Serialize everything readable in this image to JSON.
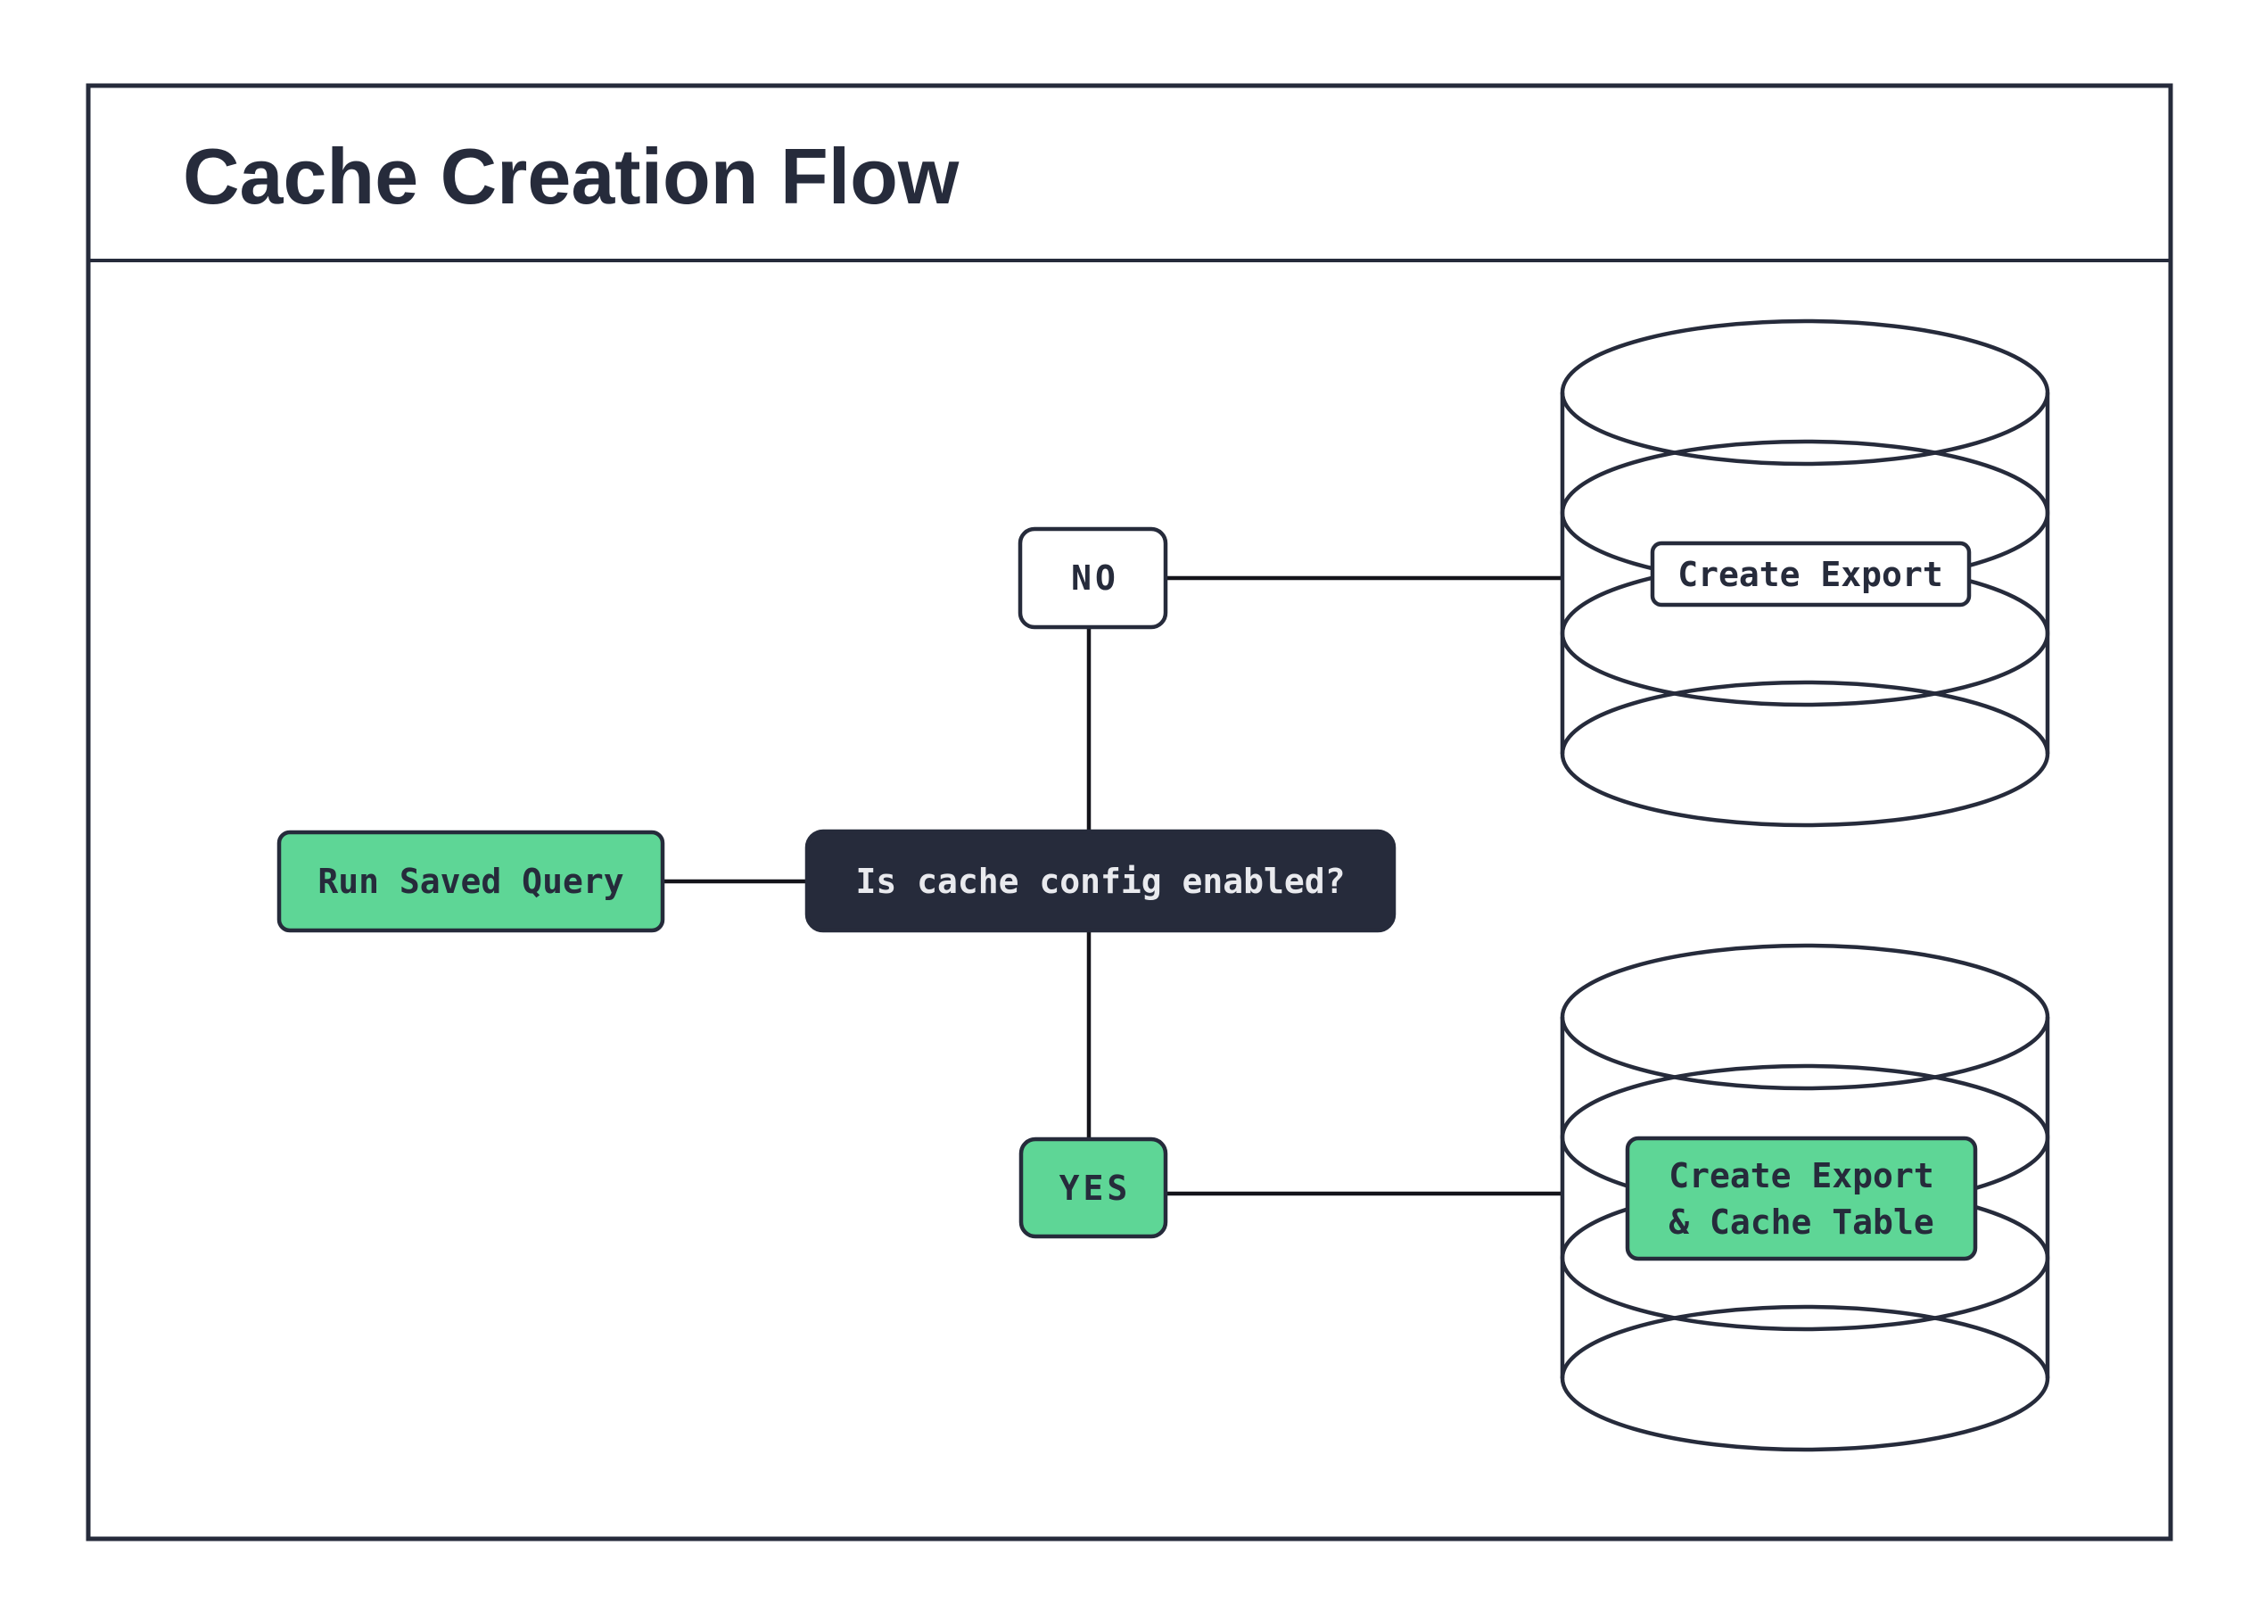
{
  "title": "Cache Creation Flow",
  "colors": {
    "ink": "#262b3b",
    "green": "#5ed696",
    "connector": "#14141a",
    "paper": "#ffffff",
    "light_text": "#e9eaee"
  },
  "nodes": {
    "start": {
      "label": "Run Saved Query"
    },
    "decision": {
      "label": "Is cache config enabled?"
    },
    "no_branch": {
      "label": "NO"
    },
    "yes_branch": {
      "label": "YES"
    },
    "export_db": {
      "label": "Create Export"
    },
    "cache_db": {
      "label_line1": "Create Export",
      "label_line2": "& Cache Table"
    }
  }
}
